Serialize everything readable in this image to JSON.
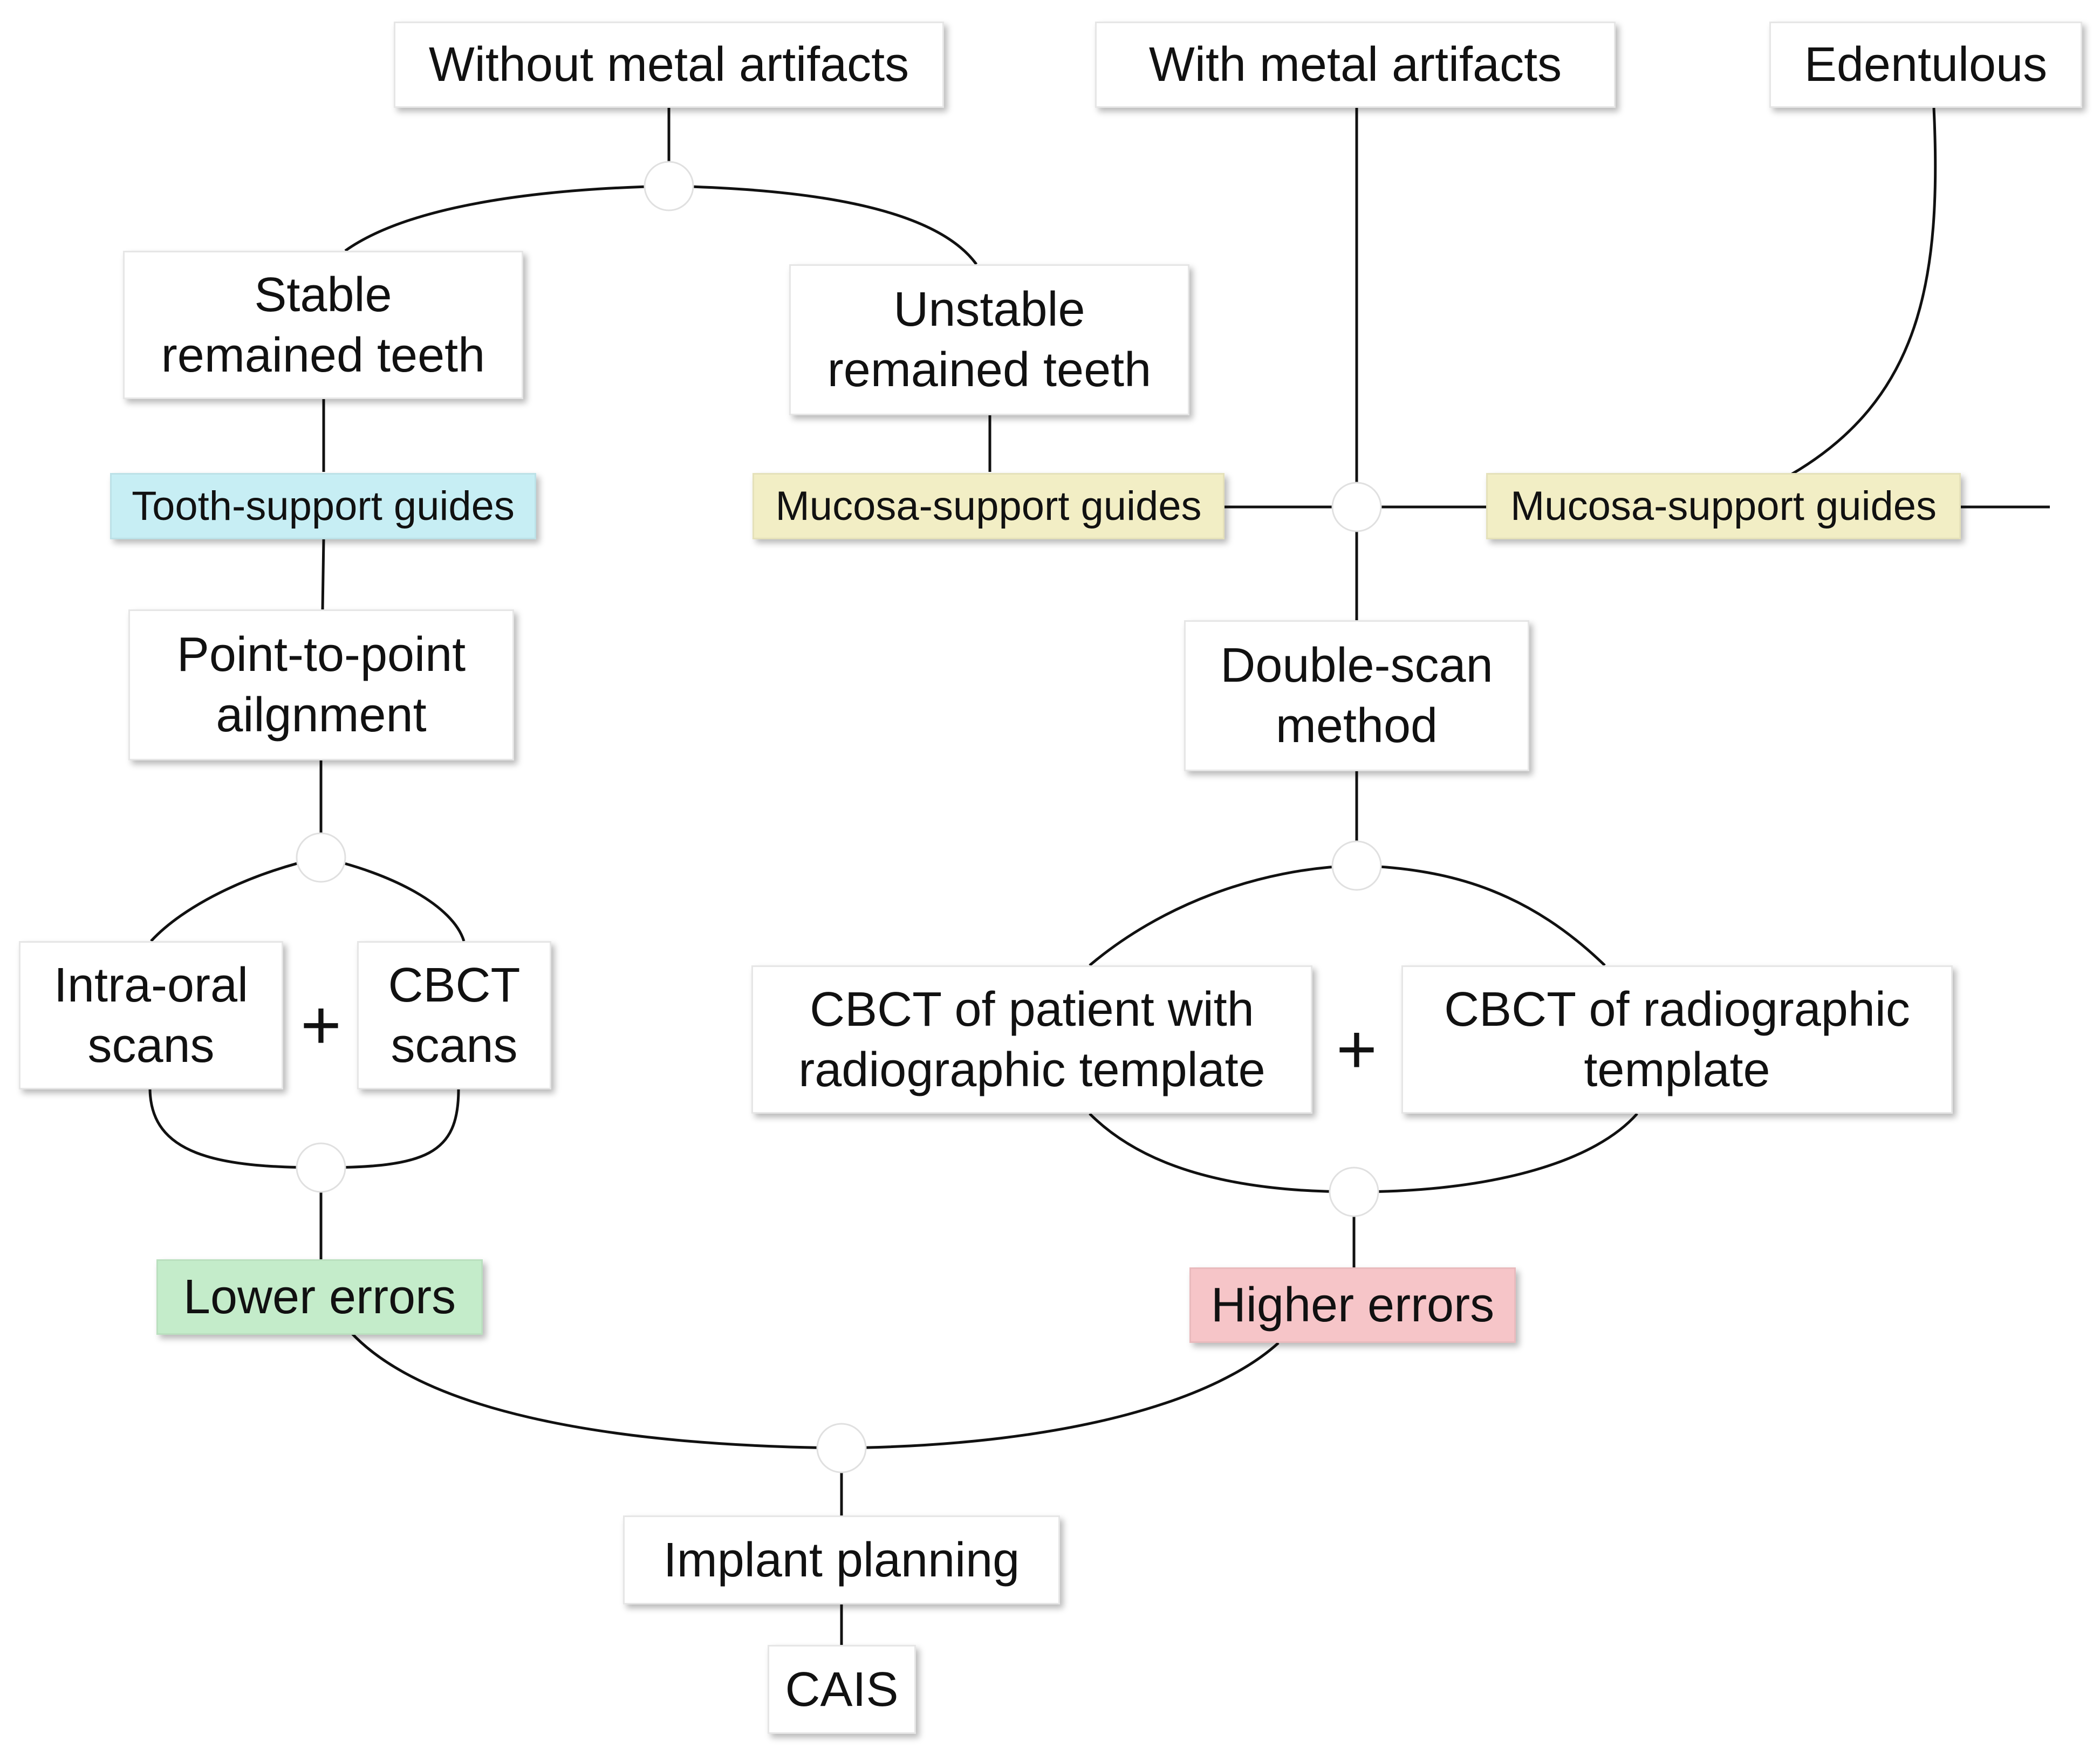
{
  "nodes": {
    "without_metal": "Without metal artifacts",
    "with_metal": "With metal artifacts",
    "edentulous": "Edentulous",
    "stable_teeth": "Stable\nremained teeth",
    "unstable_teeth": "Unstable\nremained teeth",
    "tooth_support": "Tooth-support guides",
    "mucosa_support_left": "Mucosa-support guides",
    "mucosa_support_right": "Mucosa-support guides",
    "point_to_point": "Point-to-point\nailgnment",
    "double_scan": "Double-scan\nmethod",
    "intra_oral": "Intra-oral\nscans",
    "cbct_scans": "CBCT\nscans",
    "cbct_patient": "CBCT of patient with\nradiographic template",
    "cbct_radiographic": "CBCT of radiographic\ntemplate",
    "lower_errors": "Lower errors",
    "higher_errors": "Higher errors",
    "implant_planning": "Implant planning",
    "cais": "CAIS"
  },
  "operators": {
    "plus_left": "+",
    "plus_right": "+"
  },
  "colors": {
    "tooth_support": "#c7eef4",
    "mucosa_support": "#f2eec5",
    "lower_errors": "#c4ecca",
    "higher_errors": "#f6c5c8"
  }
}
